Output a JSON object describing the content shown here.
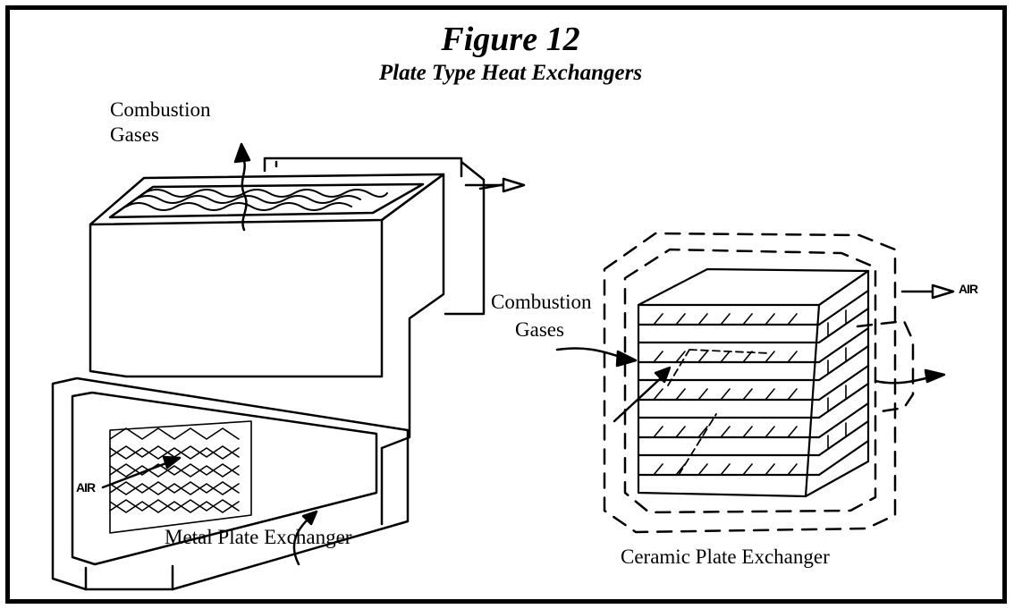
{
  "figure": {
    "title": "Figure 12",
    "subtitle": "Plate Type Heat Exchangers"
  },
  "metal": {
    "gas_label_line1": "Combustion",
    "gas_label_line2": "Gases",
    "air_label": "AIR",
    "caption": "Metal Plate Exchanger"
  },
  "ceramic": {
    "gas_label_line1": "Combustion",
    "gas_label_line2": "Gases",
    "air_label": "AIR",
    "caption": "Ceramic Plate Exchanger"
  },
  "colors": {
    "line": "#000000",
    "background": "#ffffff"
  }
}
